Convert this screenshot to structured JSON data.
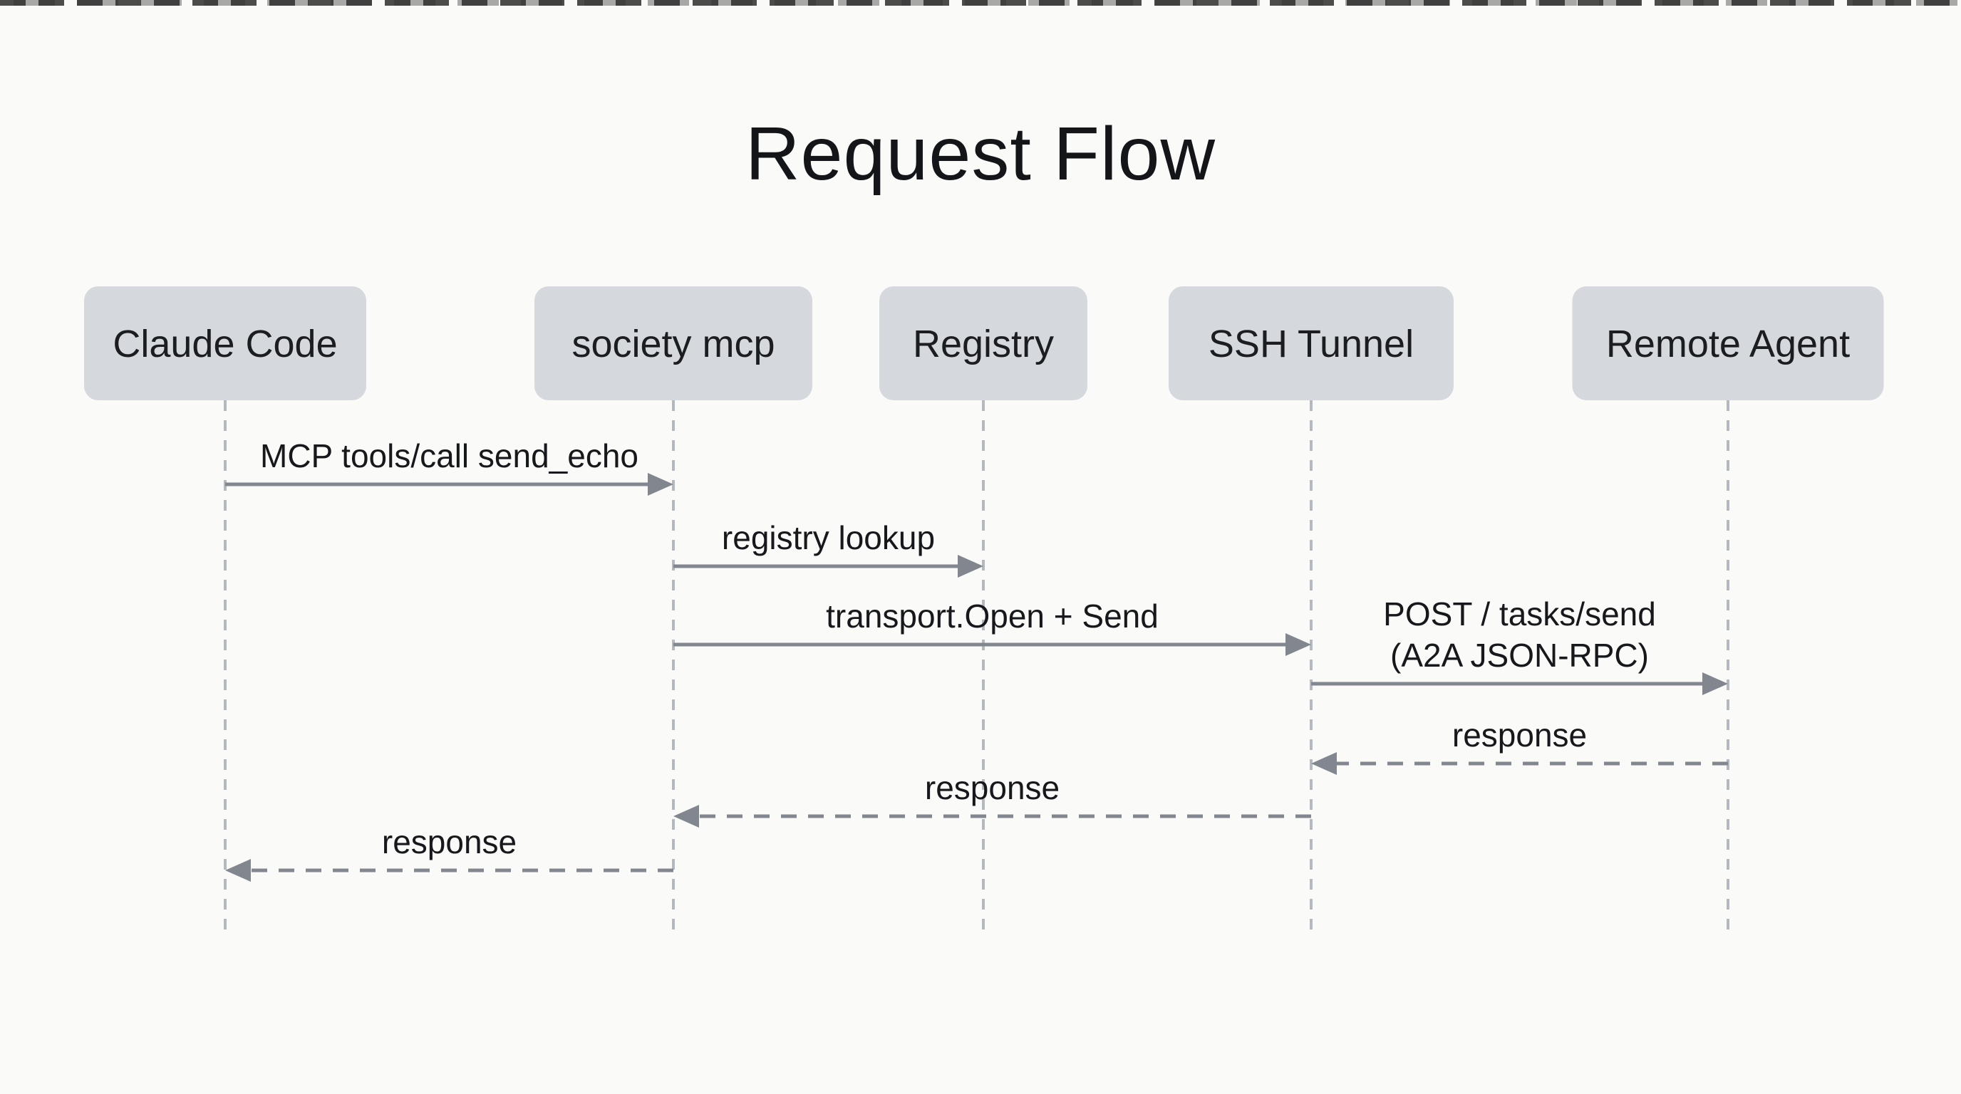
{
  "title": "Request Flow",
  "participants": [
    {
      "id": "claude-code",
      "label": "Claude Code"
    },
    {
      "id": "society-mcp",
      "label": "society mcp"
    },
    {
      "id": "registry",
      "label": "Registry"
    },
    {
      "id": "ssh-tunnel",
      "label": "SSH Tunnel"
    },
    {
      "id": "remote-agent",
      "label": "Remote Agent"
    }
  ],
  "messages": [
    {
      "from": "claude-code",
      "to": "society-mcp",
      "label": "MCP tools/call send_echo",
      "line": "solid"
    },
    {
      "from": "society-mcp",
      "to": "registry",
      "label": "registry lookup",
      "line": "solid"
    },
    {
      "from": "society-mcp",
      "to": "ssh-tunnel",
      "label": "transport.Open + Send",
      "line": "solid"
    },
    {
      "from": "ssh-tunnel",
      "to": "remote-agent",
      "label_lines": [
        "POST / tasks/send",
        "(A2A JSON-RPC)"
      ],
      "line": "solid"
    },
    {
      "from": "remote-agent",
      "to": "ssh-tunnel",
      "label": "response",
      "line": "dashed"
    },
    {
      "from": "ssh-tunnel",
      "to": "society-mcp",
      "label": "response",
      "line": "dashed"
    },
    {
      "from": "society-mcp",
      "to": "claude-code",
      "label": "response",
      "line": "dashed"
    }
  ],
  "colors": {
    "background": "#fafaf8",
    "participant_fill": "#d5d8dd",
    "participant_text": "#1b1d21",
    "lifeline": "#b4b8bf",
    "arrow": "#82878f",
    "label_text": "#17181b",
    "title_text": "#141518",
    "torn_edge": "#2d2d2d"
  }
}
